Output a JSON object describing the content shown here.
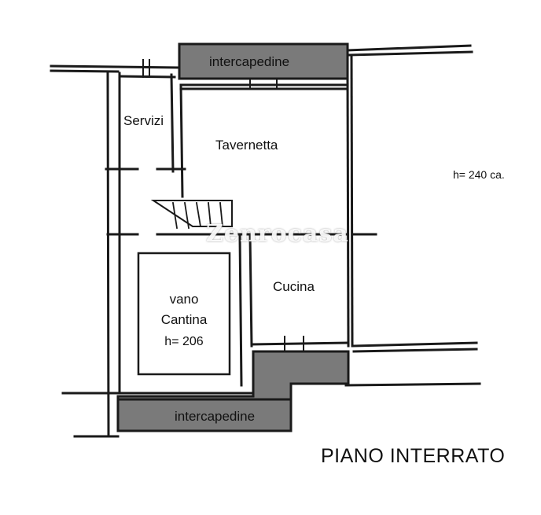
{
  "rooms": {
    "intercapedine_top": "intercapedine",
    "servizi": "Servizi",
    "tavernetta": "Tavernetta",
    "cucina": "Cucina",
    "cantina_line1": "vano",
    "cantina_line2": "Cantina",
    "cantina_height": "h= 206",
    "intercapedine_bottom": "intercapedine"
  },
  "notes": {
    "ceiling_height": "h= 240 ca."
  },
  "floor_title": "PIANO INTERRATO",
  "watermark": "Zenrocasa",
  "colors": {
    "wall": "#1a1a1a",
    "cavity_fill": "#7a7a7a",
    "background": "#ffffff"
  }
}
